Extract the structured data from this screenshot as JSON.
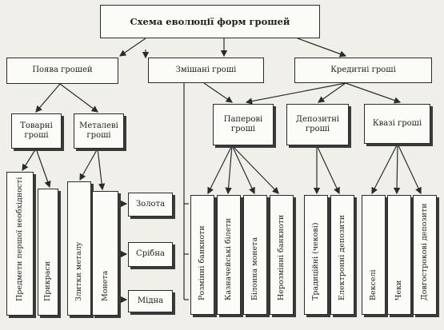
{
  "title": "Схема еволюції форм грошей",
  "categories": {
    "appearance": "Поява грошей",
    "mixed": "Змішані гроші",
    "credit": "Кредитні гроші"
  },
  "subcategories": {
    "commodity": "Товарні\nгроші",
    "metal": "Металеві\nгроші",
    "paper": "Паперові\nгроші",
    "deposit": "Депозитні\nгроші",
    "quasi": "Квазі гроші"
  },
  "commodity_items": [
    "Предмети першої необхідності",
    "Прикраси"
  ],
  "metal_items": [
    "Злитки металу",
    "Монета"
  ],
  "coin_metals": [
    "Золота",
    "Срібна",
    "Мідна"
  ],
  "paper_items": [
    "Розмінні банкноти",
    "Казначейські білети",
    "Білонна монета",
    "Нерозмінні банкноти"
  ],
  "deposit_items": [
    "Традиційні (чекові)",
    "Електронні депозити"
  ],
  "quasi_items": [
    "Векселі",
    "Чеки",
    "Довгострокові депозити"
  ]
}
